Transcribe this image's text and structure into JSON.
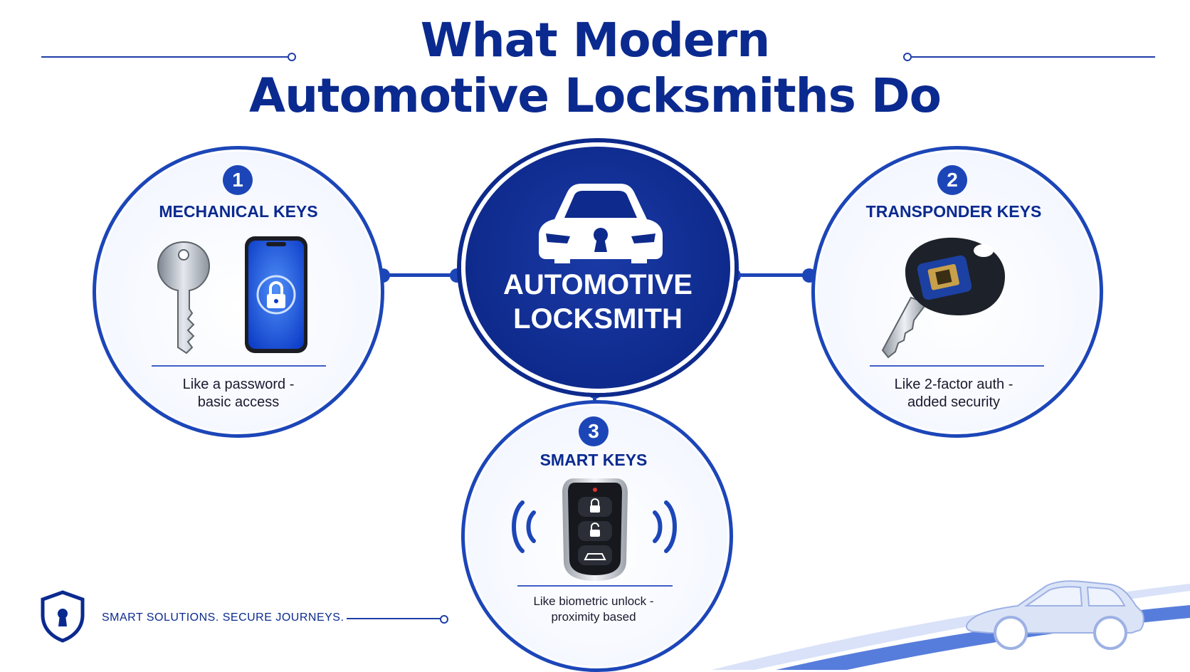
{
  "title": {
    "line1": "What Modern",
    "line2": "Automotive Locksmiths Do"
  },
  "center": {
    "label_line1": "AUTOMOTIVE",
    "label_line2": "LOCKSMITH",
    "icon": "car-lock-icon"
  },
  "nodes": [
    {
      "number": "1",
      "title": "MECHANICAL KEYS",
      "desc_line1": "Like a password -",
      "desc_line2": "basic access",
      "icons": [
        "metal-key-icon",
        "smartphone-lock-icon"
      ]
    },
    {
      "number": "2",
      "title": "TRANSPONDER KEYS",
      "desc_line1": "Like 2-factor auth -",
      "desc_line2": "added security",
      "icons": [
        "transponder-key-icon"
      ]
    },
    {
      "number": "3",
      "title": "SMART KEYS",
      "desc_line1": "Like biometric unlock -",
      "desc_line2": "proximity based",
      "icons": [
        "smart-key-fob-icon",
        "signal-waves-icon"
      ]
    }
  ],
  "footer": {
    "tagline": "SMART SOLUTIONS.  SECURE JOURNEYS.",
    "icon": "shield-keyhole-icon"
  },
  "colors": {
    "primary": "#0b2a8f",
    "accent": "#1c46b8",
    "light": "#e8eefc"
  }
}
